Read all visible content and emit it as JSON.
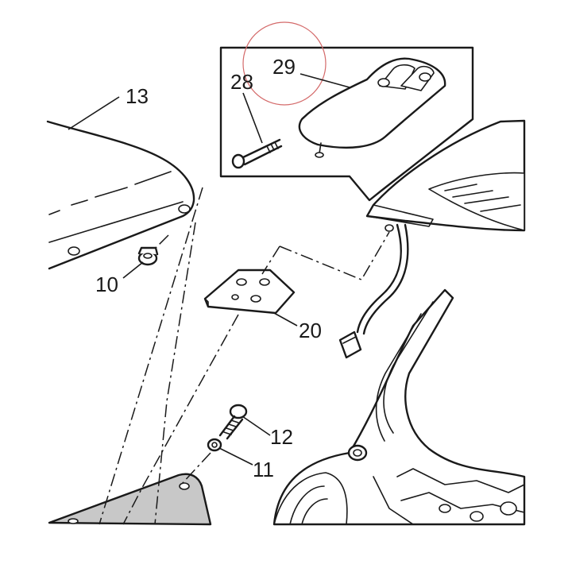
{
  "diagram": {
    "callouts": [
      {
        "id": "c13",
        "label": "13"
      },
      {
        "id": "c10",
        "label": "10"
      },
      {
        "id": "c20",
        "label": "20"
      },
      {
        "id": "c12",
        "label": "12"
      },
      {
        "id": "c11",
        "label": "11"
      },
      {
        "id": "c28",
        "label": "28"
      },
      {
        "id": "c29",
        "label": "29"
      }
    ],
    "colors": {
      "line": "#1a1a1a",
      "background": "#ffffff",
      "panel_fill": "#c8c8c8",
      "highlight_circle": "#d46a6a"
    }
  }
}
